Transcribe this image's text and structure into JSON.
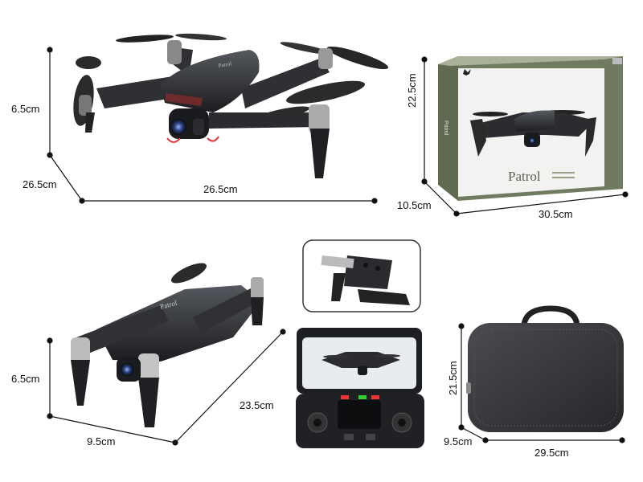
{
  "drone_top": {
    "height": "6.5cm",
    "width": "26.5cm",
    "length": "26.5cm",
    "body_logo": "Patrol"
  },
  "box": {
    "height": "22.5cm",
    "depth": "10.5cm",
    "width": "30.5cm",
    "brand": "Patrol",
    "side_text": "Patrol"
  },
  "drone_folded": {
    "height": "6.5cm",
    "depth": "9.5cm",
    "length": "23.5cm",
    "body_logo": "Patrol"
  },
  "case": {
    "height": "21.5cm",
    "depth": "9.5cm",
    "width": "29.5cm"
  },
  "colors": {
    "drone_body": "#2b2d31",
    "box_green": "#6f7a5e",
    "case_gray": "#3a3b3f"
  }
}
